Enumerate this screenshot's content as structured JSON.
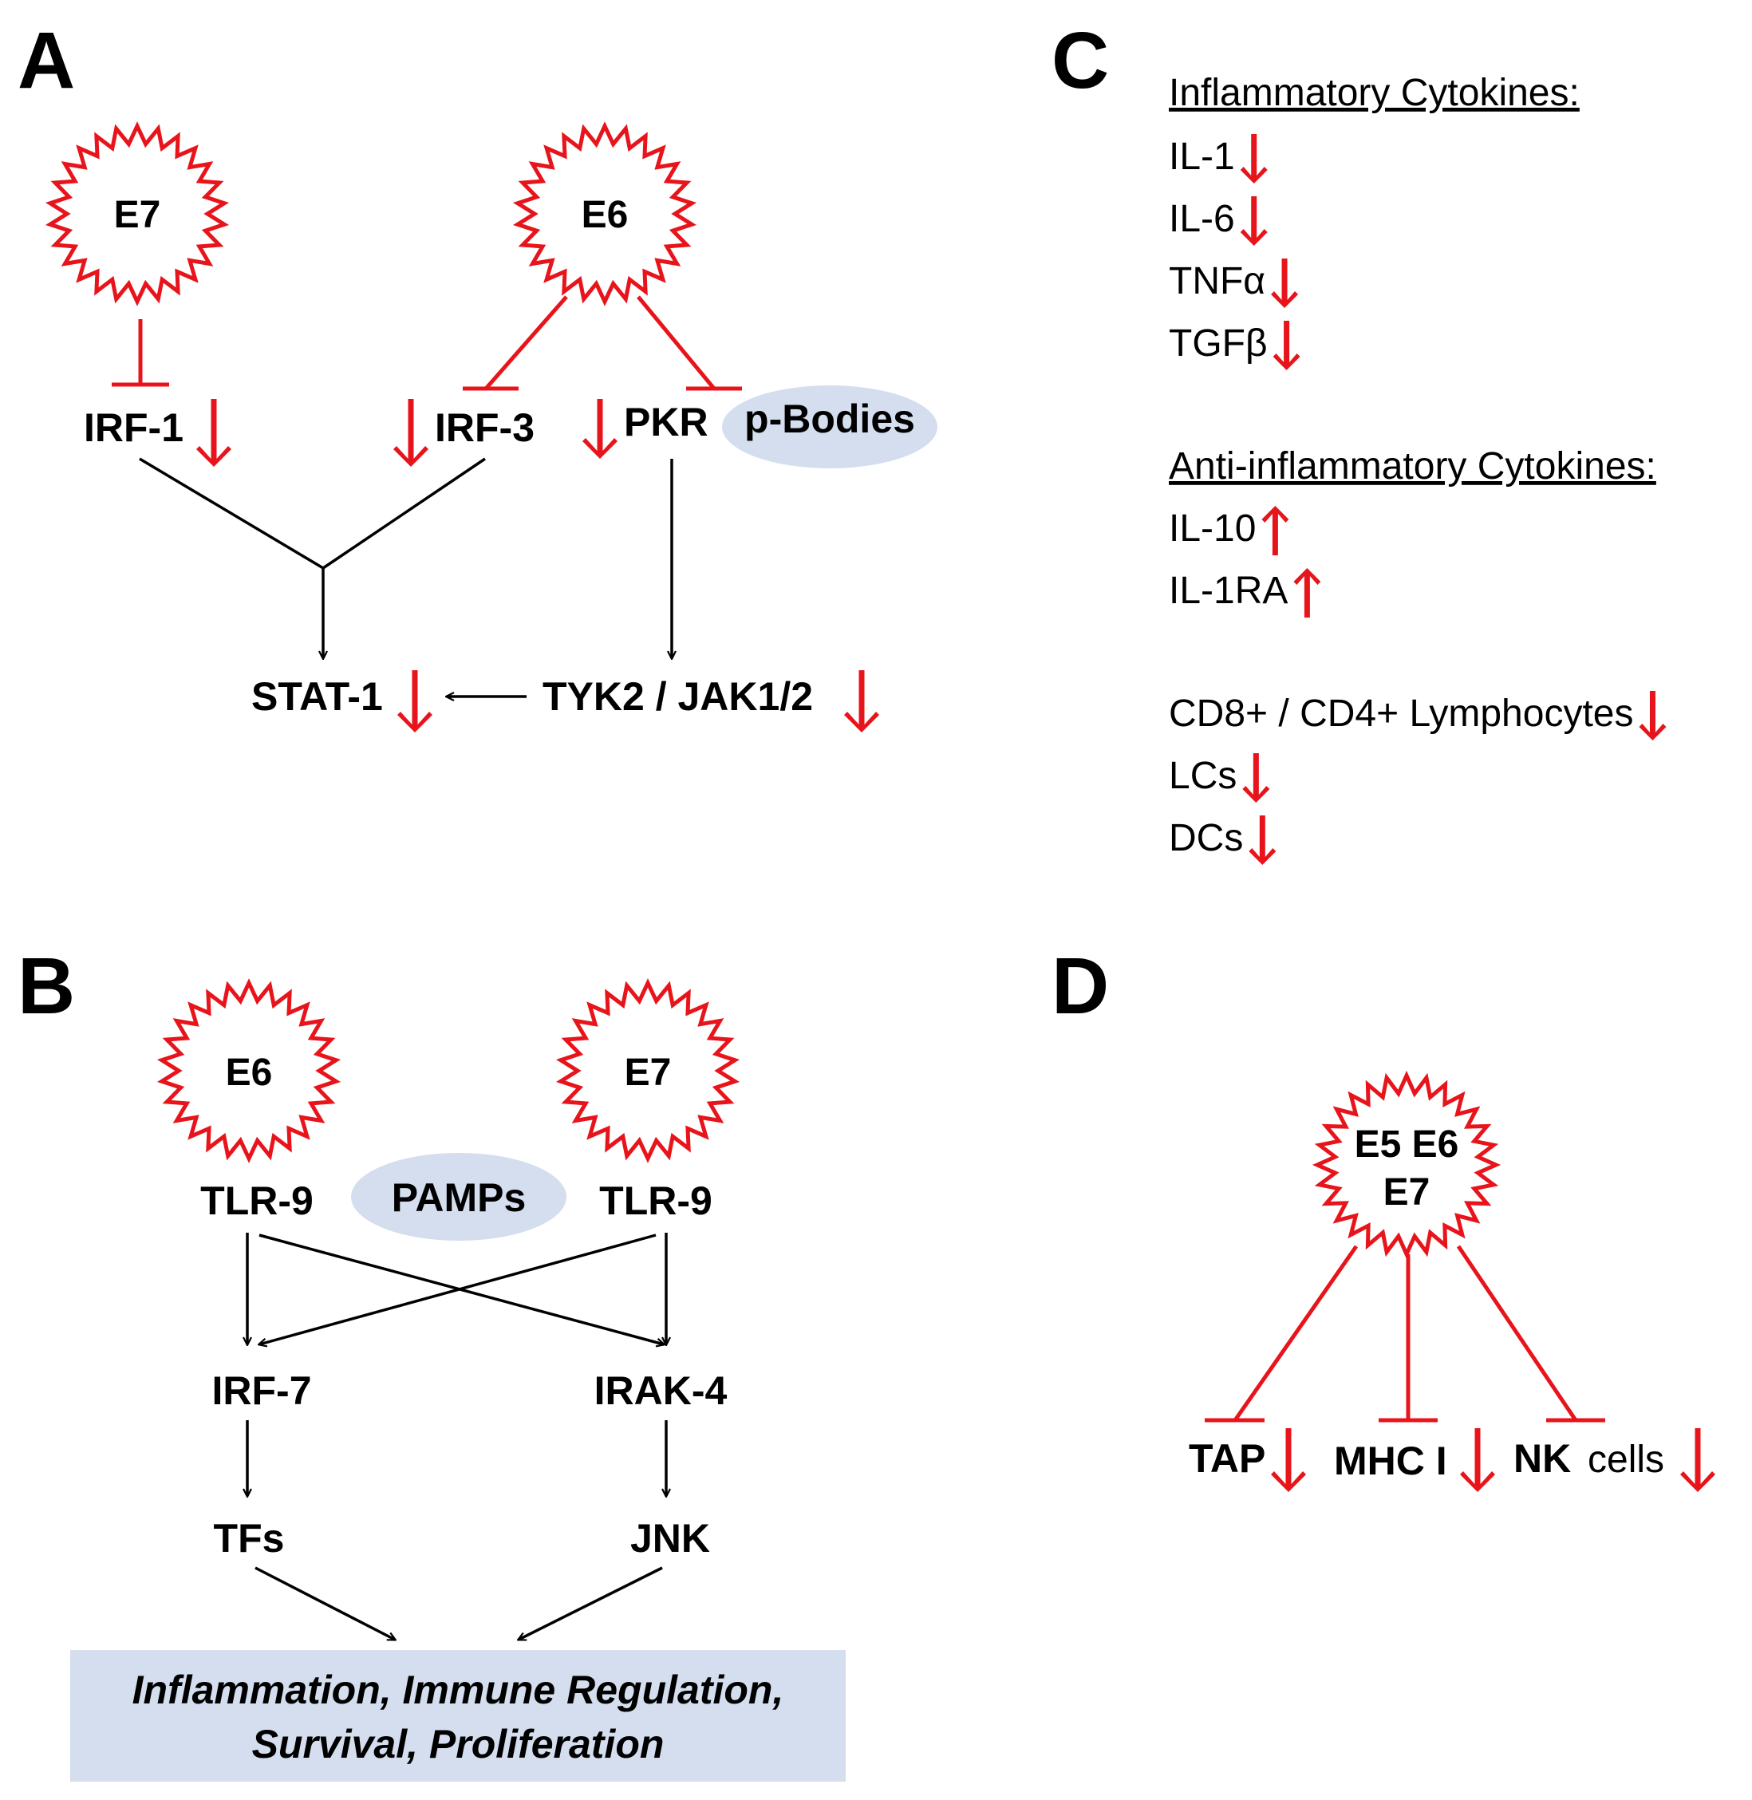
{
  "panels": {
    "a": "A",
    "b": "B",
    "c": "C",
    "d": "D"
  },
  "panel_a": {
    "e7": "E7",
    "e6": "E6",
    "irf1": "IRF-1",
    "irf3": "IRF-3",
    "pkr": "PKR",
    "p_bodies": "p-Bodies",
    "stat1": "STAT-1",
    "tyk2_jak": "TYK2 / JAK1/2"
  },
  "panel_b": {
    "e6": "E6",
    "e7": "E7",
    "tlr9_left": "TLR-9",
    "tlr9_right": "TLR-9",
    "pamps": "PAMPs",
    "irf7": "IRF-7",
    "irak4": "IRAK-4",
    "tfs": "TFs",
    "jnk": "JNK",
    "outcome_line1": "Inflammation, Immune Regulation,",
    "outcome_line2": "Survival, Proliferation"
  },
  "panel_c": {
    "inflammatory_heading": "Inflammatory Cytokines:",
    "inflammatory_items": [
      "IL-1",
      "IL-6",
      "TNFα",
      "TGFβ"
    ],
    "anti_heading": "Anti-inflammatory Cytokines:",
    "anti_items": [
      "IL-10",
      "IL-1RA"
    ],
    "cell_items": [
      "CD8+ / CD4+ Lymphocytes",
      "LCs",
      "DCs"
    ]
  },
  "panel_d": {
    "star_line1": "E5 E6",
    "star_line2": "E7",
    "tap": "TAP",
    "mhc": "MHC I",
    "nk": "NK",
    "cells": "cells"
  },
  "colors": {
    "red": "#e8141b",
    "highlight": "#d4deee",
    "black": "#000000"
  },
  "icons": {
    "down": "red-down-arrow-icon",
    "up": "red-up-arrow-icon",
    "star": "red-starburst-icon"
  }
}
